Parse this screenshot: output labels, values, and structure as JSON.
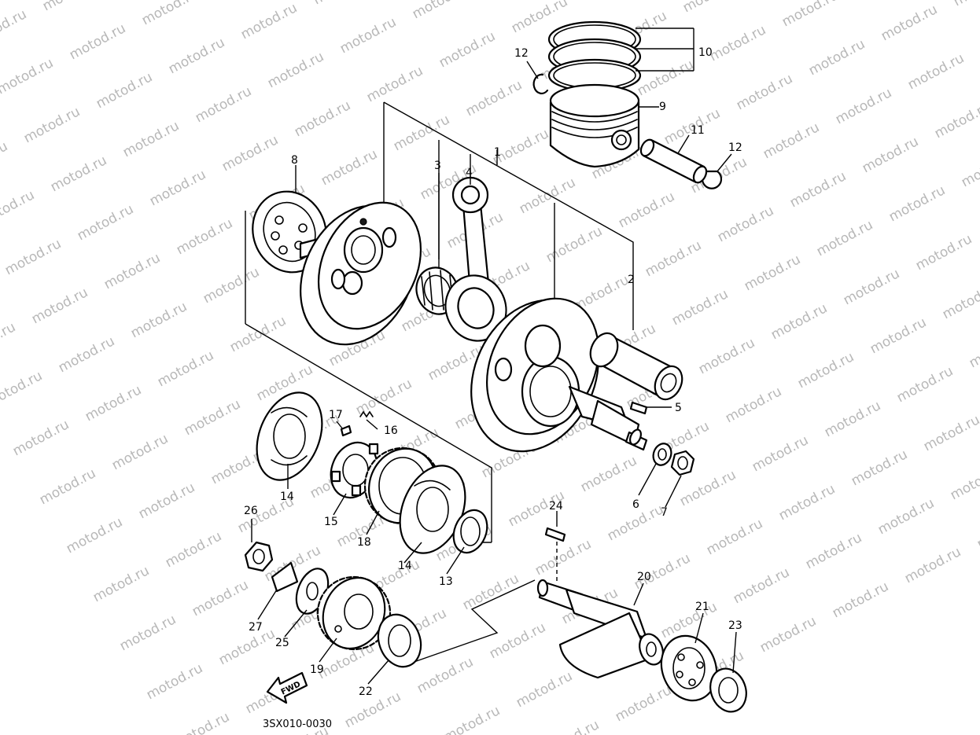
{
  "watermark": "motod.ru",
  "figure_code": "3SX010-0030",
  "fwd_label": "FWD",
  "callouts": {
    "c1": "1",
    "c2": "2",
    "c3": "3",
    "c4": "4",
    "c5": "5",
    "c6": "6",
    "c7": "7",
    "c8": "8",
    "c9": "9",
    "c10": "10",
    "c11": "11",
    "c12a": "12",
    "c12b": "12",
    "c13": "13",
    "c14a": "14",
    "c14b": "14",
    "c15": "15",
    "c16": "16",
    "c17": "17",
    "c18": "18",
    "c19": "19",
    "c20": "20",
    "c21": "21",
    "c22": "22",
    "c23": "23",
    "c24": "24",
    "c25": "25",
    "c26": "26",
    "c27": "27"
  }
}
